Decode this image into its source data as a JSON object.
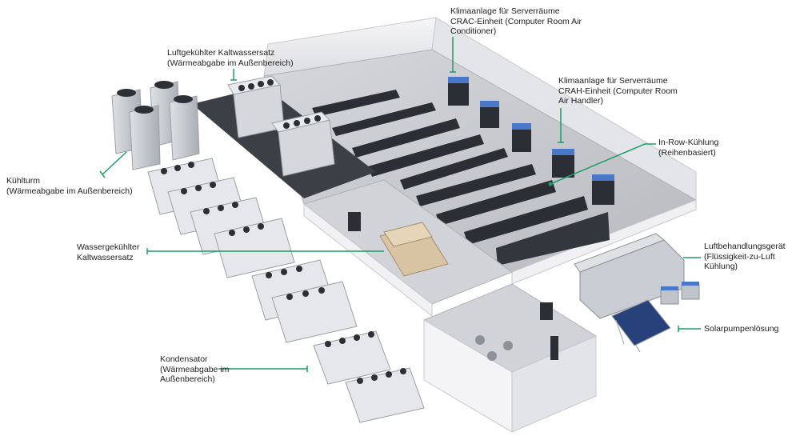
{
  "labels": {
    "crac": [
      "Klimaanlage für Serverräume",
      "CRAC-Einheit (Computer Room Air",
      "Conditioner)"
    ],
    "air_chiller": [
      "Luftgekühlter Kaltwassersatz",
      "(Wärmeabgabe im Außenbereich)"
    ],
    "crah": [
      "Klimaanlage für Serverräume",
      "CRAH-Einheit (Computer Room",
      "Air Handler)"
    ],
    "inrow": [
      "In-Row-Kühlung",
      "(Reihenbasiert)"
    ],
    "cooling_tower": [
      "Kühlturm",
      "(Wärmeabgabe im Außenbereich)"
    ],
    "water_chiller": [
      "Wassergekühlter",
      "Kaltwassersatz"
    ],
    "ahu": [
      "Luftbehandlungsgerät",
      "(Flüssigkeit-zu-Luft",
      "Kühlung)"
    ],
    "solar": [
      "Solarpumpenlösung"
    ],
    "condenser": [
      "Kondensator",
      "(Wärmeabgabe im",
      "Außenbereich)"
    ]
  },
  "colors": {
    "leader": "#1e9e63",
    "wall": "#ebebee",
    "floor": "#c9cacf",
    "rack": "#2b2e34",
    "rack_blue": "#4a78c8",
    "chiller_fan": "#2c2f35",
    "frame": "#9aa0a8",
    "generator": "#d8c3a2",
    "solar_panel": "#27427a"
  },
  "icons": {
    "leader_end": "bar-end",
    "leader_dot": "dot"
  }
}
